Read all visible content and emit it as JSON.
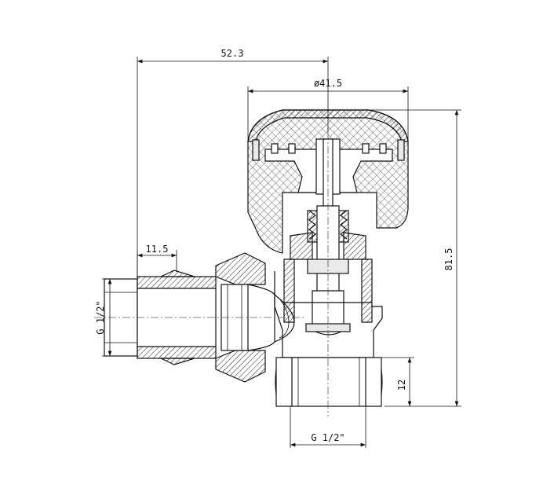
{
  "dimensions": {
    "overall_width": "52.3",
    "cap_diameter": "ø41.5",
    "overall_height": "81.5",
    "inlet_thread_length": "11.5",
    "inlet_thread": "G 1/2\"",
    "outlet_thread_length": "12",
    "outlet_thread": "G 1/2\""
  }
}
